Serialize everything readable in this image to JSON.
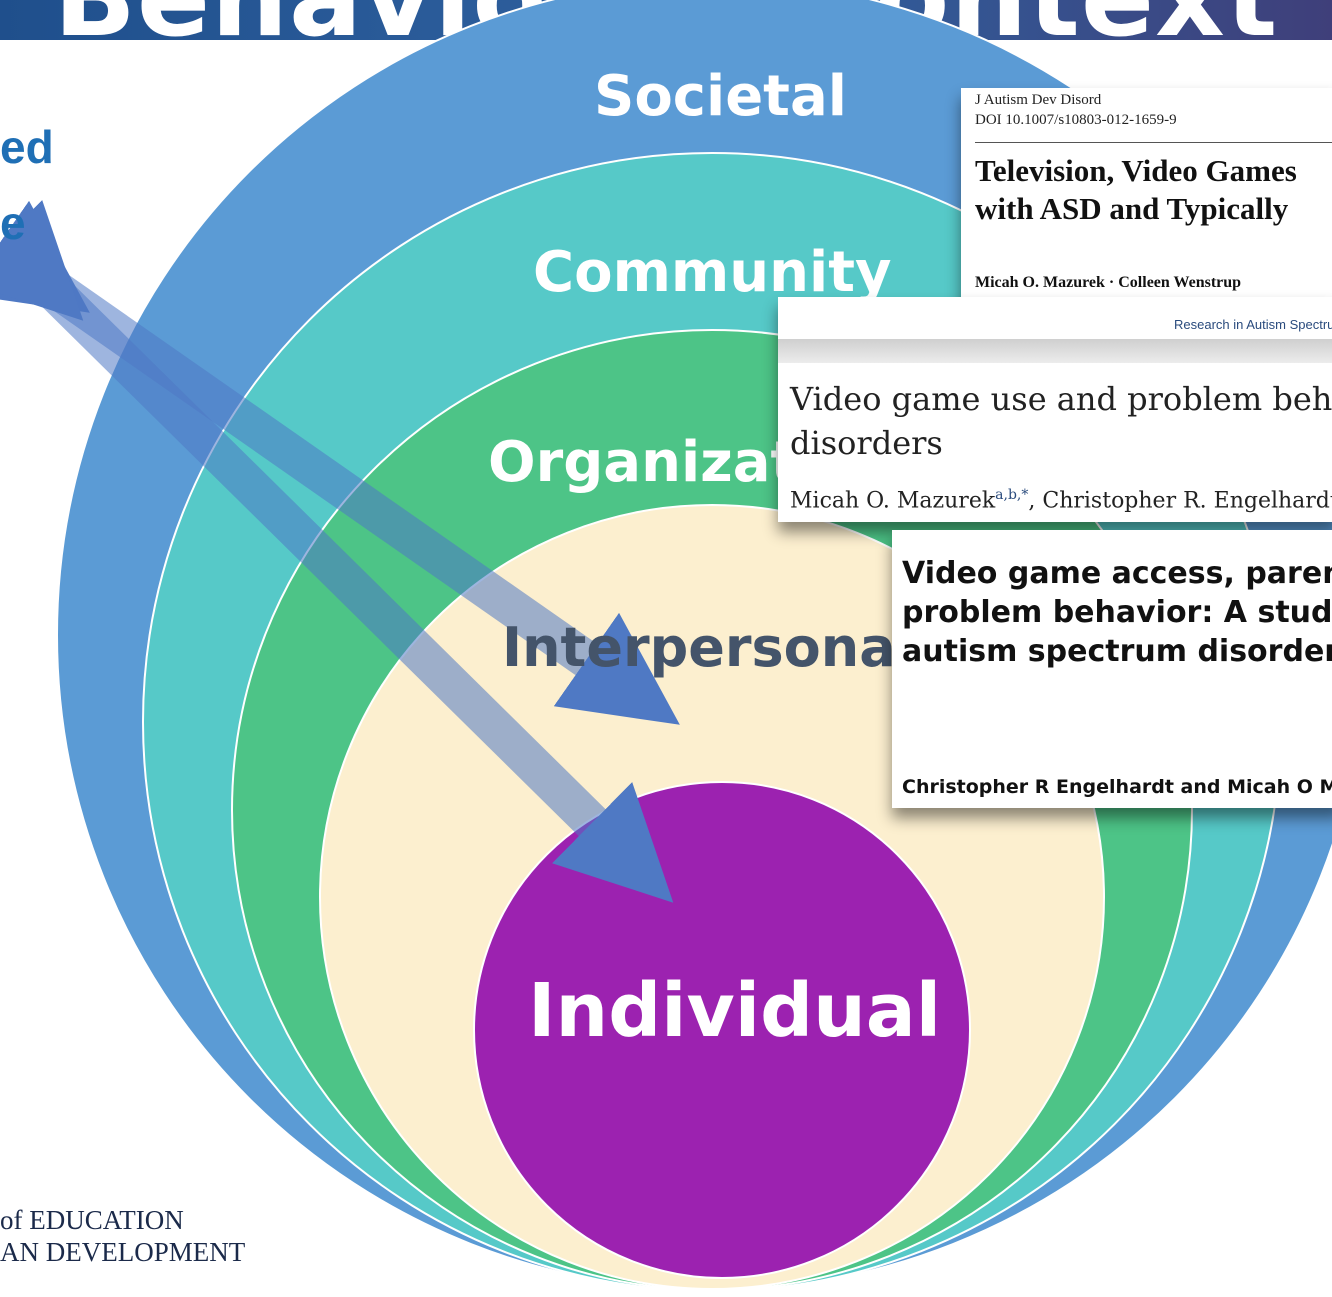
{
  "title": "Behavior in Context",
  "rings": {
    "societal": "Societal",
    "community": "Community",
    "organizational": "Organizational",
    "interpersonal": "Interpersonal",
    "individual": "Individual"
  },
  "left_fragments": [
    "ed",
    "e"
  ],
  "logo": {
    "line1": "of EDUCATION",
    "line2": "AN DEVELOPMENT"
  },
  "papers": [
    {
      "journal": "J Autism Dev Disord",
      "doi": "DOI 10.1007/s10803-012-1659-9",
      "title_lines": [
        "Television, Video Games",
        "with ASD and Typically"
      ],
      "authors": "Micah O. Mazurek · Colleen Wenstrup"
    },
    {
      "journal": "Research in Autism Spectrum Disorders",
      "title_lines": [
        "Video game use and problem behaviors",
        "disorders"
      ],
      "authors_main": "Micah O. Mazurek",
      "authors_sup": "a,b,*",
      "authors_rest": ", Christopher R. Engelhardt"
    },
    {
      "title_lines": [
        "Video game access, parental",
        "problem behavior: A study",
        "autism spectrum disorder"
      ],
      "authors": "Christopher R Engelhardt and Micah O Mazurek"
    }
  ],
  "colors": {
    "title_bar": "#2b5c9a",
    "societal": "#5b9bd5",
    "community": "#56c9c8",
    "organizational": "#4dc487",
    "interpersonal": "#fcefcf",
    "individual": "#9c22b0",
    "arrow": "#4f79c4"
  }
}
